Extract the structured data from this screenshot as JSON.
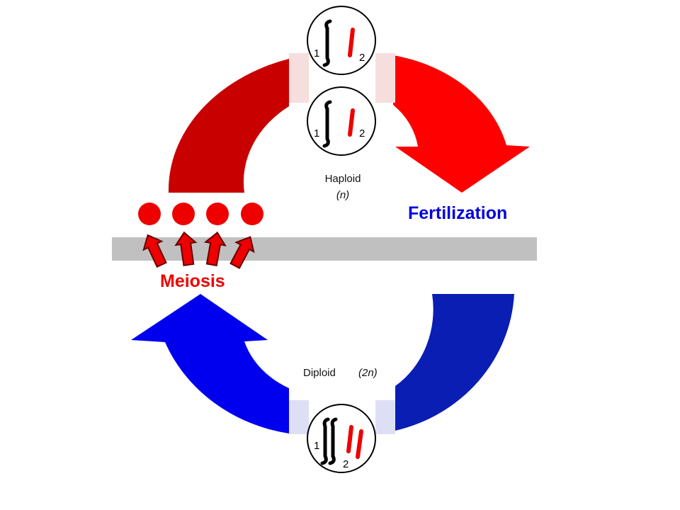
{
  "colors": {
    "fertilization_arrow_dark": "#c80000",
    "fertilization_arrow_bright": "#ff0000",
    "meiosis_arrow_blue": "#0000ee",
    "meiosis_arrow_dark_blue": "#0a1eb4",
    "bar": "#c0c0c0",
    "fertilization_text": "#0000dd",
    "meiosis_text": "#ee0000",
    "chromosome_black": "#000000",
    "chromosome_red": "#ee0000"
  },
  "labels": {
    "fertilization": "Fertilization",
    "meiosis": "Meiosis",
    "haploid": "Haploid",
    "haploid_symbol": "(n)",
    "diploid": "Diploid",
    "diploid_symbol": "(2n)"
  },
  "cells": {
    "top": {
      "label_left": "1",
      "label_right": "2"
    },
    "middle": {
      "label_left": "1",
      "label_right": "2"
    },
    "bottom": {
      "label_left": "1",
      "label_right": "2"
    }
  },
  "gametes": {
    "count": 4
  }
}
